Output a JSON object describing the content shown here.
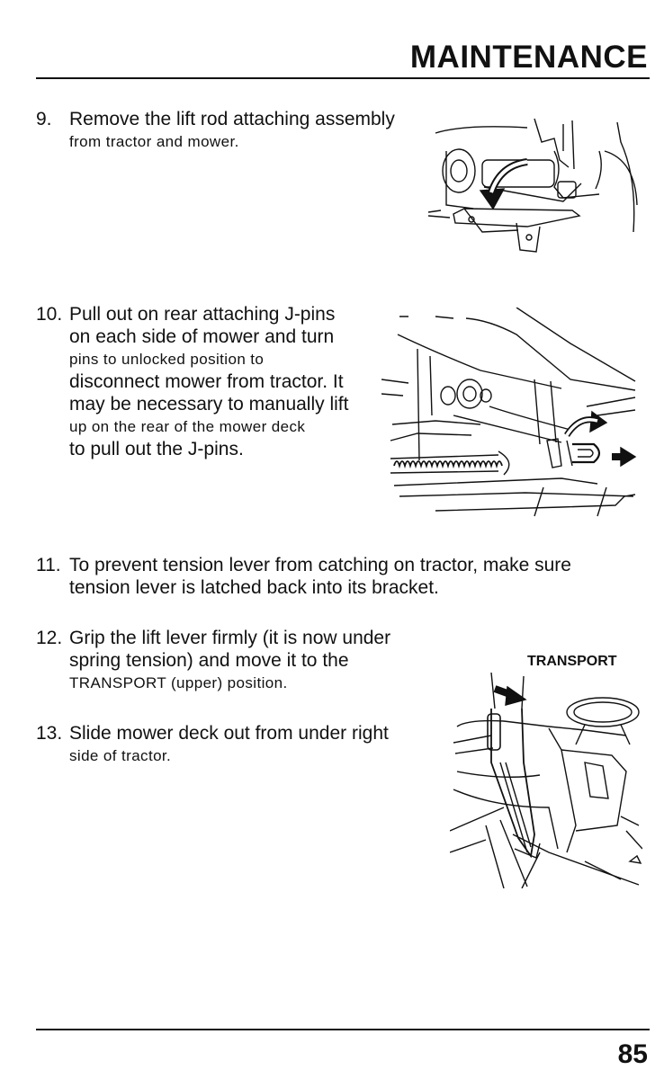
{
  "header": {
    "title": "MAINTENANCE"
  },
  "steps": [
    {
      "num": "9.",
      "lines": [
        "Remove the lift rod attaching assembly",
        "from tractor and mower."
      ]
    },
    {
      "num": "10.",
      "lines": [
        "Pull out on rear attaching J-pins",
        "on each side of mower and turn",
        "pins to unlocked position to",
        "disconnect mower from tractor. It",
        "may be necessary to manually lift",
        "up on the rear of the mower deck",
        "to pull out the J-pins."
      ]
    },
    {
      "num": "11.",
      "lines": [
        "To prevent tension lever from catching on tractor, make sure",
        "tension lever is latched back into its bracket."
      ]
    },
    {
      "num": "12.",
      "lines": [
        "Grip the lift lever firmly (it is now under",
        "spring tension) and move it to the",
        "TRANSPORT (upper) position."
      ]
    },
    {
      "num": "13.",
      "lines": [
        "Slide mower deck out from under right",
        "side of tractor."
      ]
    }
  ],
  "figures": {
    "transport_label": "TRANSPORT"
  },
  "footer": {
    "page_number": "85"
  }
}
